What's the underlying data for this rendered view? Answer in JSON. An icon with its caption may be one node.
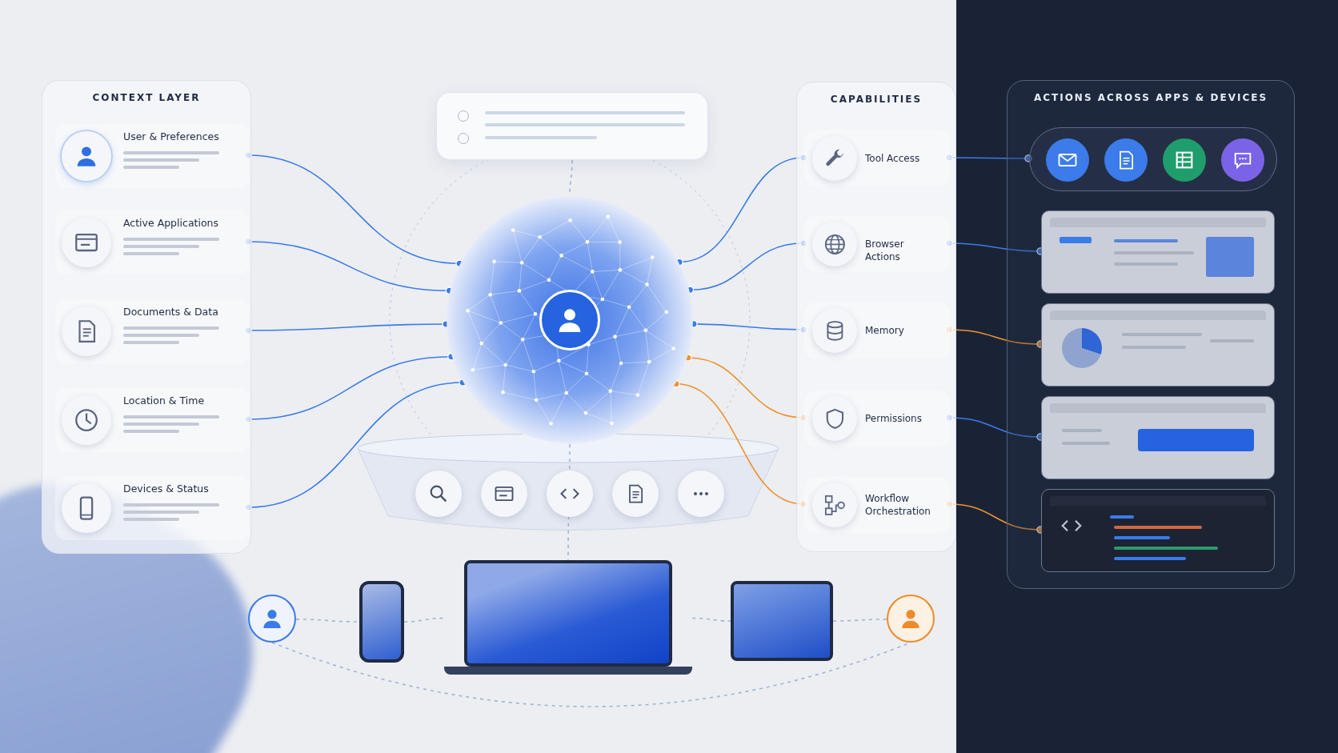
{
  "diagram": {
    "nodes": [
      {
        "text": [
          "CONTEXT LAYER"
        ]
      },
      {
        "text": [
          "User & Preferences"
        ],
        "in": 0
      },
      {
        "text": [
          "Active Applications"
        ],
        "in": 0
      },
      {
        "text": [
          "Documents & Data"
        ],
        "in": 0
      },
      {
        "text": [
          "Location & Time"
        ],
        "in": 0
      },
      {
        "text": [
          "Devices & Status"
        ],
        "in": 0
      },
      {
        "text": [],
        "shape": "box"
      },
      {
        "text": [],
        "shape": "circle"
      },
      {
        "text": [
          "CAPABILITIES"
        ]
      },
      {
        "text": [
          "Tool Access"
        ],
        "in": 8
      },
      {
        "text": [
          "Browser Actions"
        ],
        "in": 8
      },
      {
        "text": [
          "Memory"
        ],
        "in": 8
      },
      {
        "text": [
          "Permissions"
        ],
        "in": 8
      },
      {
        "text": [
          "Workflow Orchestration"
        ],
        "in": 8
      },
      {
        "text": [
          "ACTIONS ACROSS APPS & DEVICES"
        ]
      },
      {
        "text": [],
        "shape": "box",
        "in": 14
      },
      {
        "text": [],
        "shape": "picture",
        "in": 14
      },
      {
        "text": [],
        "shape": "picture",
        "in": 14
      },
      {
        "text": [],
        "shape": "picture",
        "in": 14
      },
      {
        "text": [],
        "shape": "picture",
        "in": 14
      },
      {
        "text": [],
        "shape": "person"
      },
      {
        "text": [],
        "shape": "picture"
      },
      {
        "text": [],
        "shape": "picture"
      },
      {
        "text": [],
        "shape": "picture"
      },
      {
        "text": [],
        "shape": "person"
      }
    ],
    "edges": [
      {
        "from": 1,
        "to": 7,
        "arrow": "other"
      },
      {
        "from": 2,
        "to": 7,
        "arrow": "other"
      },
      {
        "from": 3,
        "to": 7,
        "arrow": "other"
      },
      {
        "from": 4,
        "to": 7,
        "arrow": "other"
      },
      {
        "from": 5,
        "to": 7,
        "arrow": "other"
      },
      {
        "from": 6,
        "to": 7,
        "arrow": "none",
        "style": "dashed",
        "color": "#9fb3d9"
      },
      {
        "from": 7,
        "to": 9,
        "arrow": "other"
      },
      {
        "from": 7,
        "to": 10,
        "arrow": "other"
      },
      {
        "from": 7,
        "to": 11,
        "arrow": "other"
      },
      {
        "from": 7,
        "to": 12,
        "arrow": "other",
        "color": "#f0912f"
      },
      {
        "from": 7,
        "to": 13,
        "arrow": "other",
        "color": "#f0912f"
      },
      {
        "from": 9,
        "to": 15,
        "arrow": "other"
      },
      {
        "from": 10,
        "to": 16,
        "arrow": "other"
      },
      {
        "from": 11,
        "to": 17,
        "arrow": "other",
        "color": "#f0912f"
      },
      {
        "from": 12,
        "to": 18,
        "arrow": "other"
      },
      {
        "from": 13,
        "to": 19,
        "arrow": "other",
        "color": "#f0912f"
      },
      {
        "from": 20,
        "to": 21,
        "arrow": "none",
        "style": "dashed",
        "color": "#9fb3d9"
      },
      {
        "from": 21,
        "to": 22,
        "arrow": "none",
        "style": "dashed",
        "color": "#9fb3d9"
      },
      {
        "from": 22,
        "to": 23,
        "arrow": "none",
        "style": "dashed",
        "color": "#9fb3d9"
      },
      {
        "from": 23,
        "to": 24,
        "arrow": "none",
        "style": "dashed",
        "color": "#9fb3d9"
      },
      {
        "from": 20,
        "to": 24,
        "arrow": "none",
        "style": "dashed",
        "color": "#9fb3d9"
      },
      {
        "from": 7,
        "to": 22,
        "arrow": "none",
        "style": "dashed",
        "color": "#9fb3d9"
      }
    ]
  }
}
